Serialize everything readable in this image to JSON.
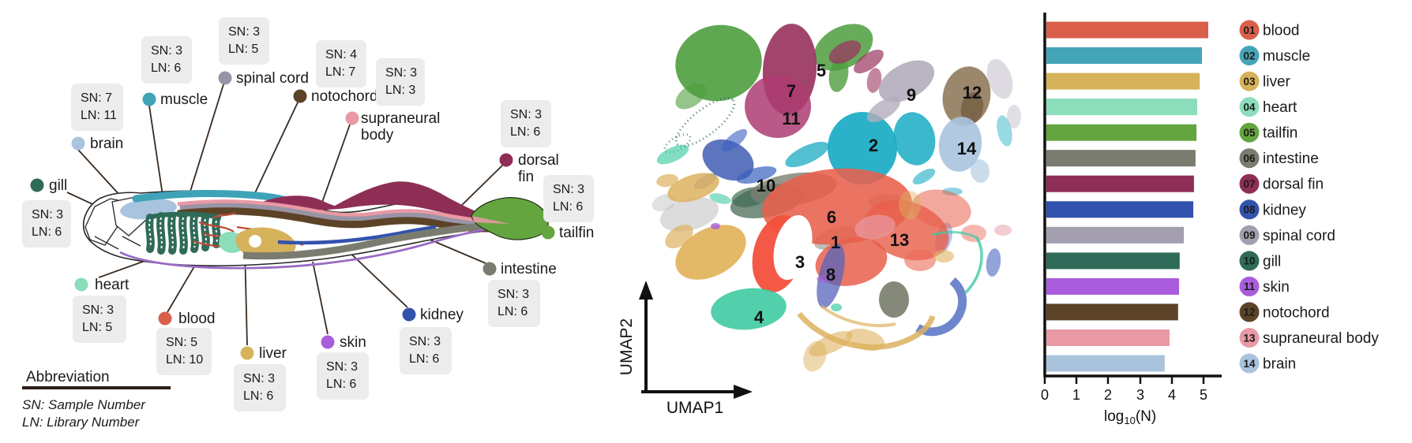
{
  "figure": {
    "background": "#ffffff"
  },
  "anatomy": {
    "abbreviation_title": "Abbreviation",
    "abbreviation_lines": [
      "SN: Sample Number",
      "LN: Library Number"
    ],
    "tissues": [
      {
        "label": "brain",
        "sn": "SN: 7",
        "ln": "LN: 11",
        "color": "#A9C4DE"
      },
      {
        "label": "muscle",
        "sn": "SN: 3",
        "ln": "LN: 6",
        "color": "#3FA3B8"
      },
      {
        "label": "spinal cord",
        "sn": "SN: 3",
        "ln": "LN: 5",
        "color": "#9894A5"
      },
      {
        "label": "notochord",
        "sn": "SN: 4",
        "ln": "LN: 7",
        "color": "#5C4327"
      },
      {
        "label": "supraneural body",
        "sn": "SN: 3",
        "ln": "LN: 3",
        "color": "#E899A4",
        "label_lines": [
          "supraneural",
          "body"
        ]
      },
      {
        "label": "dorsal fin",
        "sn": "SN: 3",
        "ln": "LN: 6",
        "color": "#8E2E55",
        "label_lines": [
          "dorsal",
          "fin"
        ]
      },
      {
        "label": "gill",
        "sn": "SN: 3",
        "ln": "LN: 6",
        "color": "#2F6B58"
      },
      {
        "label": "tailfin",
        "sn": "SN: 3",
        "ln": "LN: 6",
        "color": "#64A53F"
      },
      {
        "label": "heart",
        "sn": "SN: 3",
        "ln": "LN: 5",
        "color": "#8BDDBB"
      },
      {
        "label": "blood",
        "sn": "SN: 5",
        "ln": "LN: 10",
        "color": "#D95F4B"
      },
      {
        "label": "liver",
        "sn": "SN: 3",
        "ln": "LN: 6",
        "color": "#D6B25A"
      },
      {
        "label": "skin",
        "sn": "SN: 3",
        "ln": "LN: 6",
        "color": "#A95CDB"
      },
      {
        "label": "kidney",
        "sn": "SN: 3",
        "ln": "LN: 6",
        "color": "#3352AE"
      },
      {
        "label": "intestine",
        "sn": "SN: 3",
        "ln": "LN: 6",
        "color": "#7B7C70"
      }
    ]
  },
  "umap": {
    "xlabel": "UMAP1",
    "ylabel": "UMAP2",
    "clusters": [
      "1",
      "2",
      "3",
      "4",
      "5",
      "6",
      "7",
      "8",
      "9",
      "10",
      "11",
      "12",
      "13",
      "14"
    ]
  },
  "chart_data": {
    "type": "bar",
    "orientation": "horizontal",
    "categories": [
      "blood",
      "muscle",
      "liver",
      "heart",
      "tailfin",
      "intestine",
      "dorsal fin",
      "kidney",
      "spinal cord",
      "gill",
      "skin",
      "notochord",
      "supraneural body",
      "brain"
    ],
    "values": [
      5.1,
      4.9,
      4.83,
      4.75,
      4.73,
      4.7,
      4.65,
      4.63,
      4.33,
      4.2,
      4.18,
      4.15,
      3.88,
      3.73
    ],
    "bar_colors": [
      "#D95F4B",
      "#45A5B8",
      "#D6B25A",
      "#8BDDBB",
      "#64A53F",
      "#7B7C70",
      "#8E2E55",
      "#3352AE",
      "#A39FAF",
      "#2F6B58",
      "#A95CDB",
      "#5C4327",
      "#E899A4",
      "#AAC3DD"
    ],
    "xlabel": "log10(N)",
    "xlabel_parts": [
      "log",
      "10",
      "(N)"
    ],
    "xticks": [
      "0",
      "1",
      "2",
      "3",
      "4",
      "5"
    ],
    "xlim": [
      0,
      5.5
    ],
    "grid": false,
    "legend_position": "right"
  },
  "legend": {
    "items": [
      {
        "id": "01",
        "label": "blood",
        "color": "#D95F4B",
        "num_color": "#1a1a1a"
      },
      {
        "id": "02",
        "label": "muscle",
        "color": "#45A5B8",
        "num_color": "#1a1a1a"
      },
      {
        "id": "03",
        "label": "liver",
        "color": "#D6B25A",
        "num_color": "#1a1a1a"
      },
      {
        "id": "04",
        "label": "heart",
        "color": "#8BDDBB",
        "num_color": "#1a1a1a"
      },
      {
        "id": "05",
        "label": "tailfin",
        "color": "#64A53F",
        "num_color": "#1a1a1a"
      },
      {
        "id": "06",
        "label": "intestine",
        "color": "#7B7C70",
        "num_color": "#ffffff"
      },
      {
        "id": "07",
        "label": "dorsal fin",
        "color": "#8E2E55",
        "num_color": "#ffffff"
      },
      {
        "id": "08",
        "label": "kidney",
        "color": "#3352AE",
        "num_color": "#ffffff"
      },
      {
        "id": "09",
        "label": "spinal cord",
        "color": "#A39FAF",
        "num_color": "#ffffff"
      },
      {
        "id": "10",
        "label": "gill",
        "color": "#2F6B58",
        "num_color": "#ffffff"
      },
      {
        "id": "11",
        "label": "skin",
        "color": "#A95CDB",
        "num_color": "#ffffff"
      },
      {
        "id": "12",
        "label": "notochord",
        "color": "#5C4327",
        "num_color": "#ffffff"
      },
      {
        "id": "13",
        "label": "supraneural body",
        "color": "#E899A4",
        "num_color": "#1a1a1a"
      },
      {
        "id": "14",
        "label": "brain",
        "color": "#AAC3DD",
        "num_color": "#1a1a1a"
      }
    ]
  }
}
